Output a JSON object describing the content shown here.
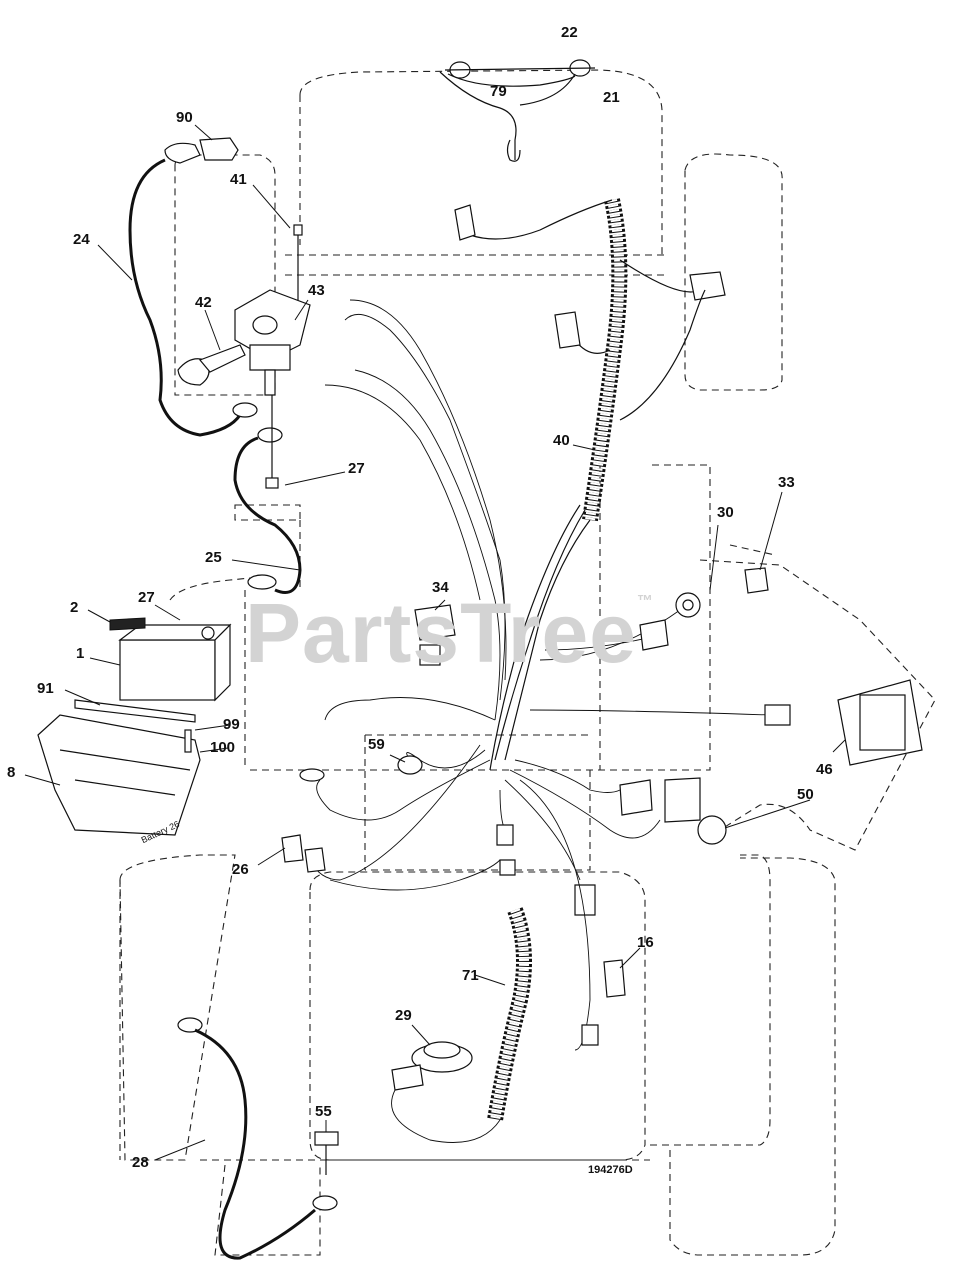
{
  "watermark": "PartsTree",
  "diagram_code": "194276D",
  "battery_label": "Battery 26",
  "callouts": {
    "p22": "22",
    "p79": "79",
    "p21": "21",
    "p90": "90",
    "p41": "41",
    "p24": "24",
    "p42": "42",
    "p43": "43",
    "p40": "40",
    "p27a": "27",
    "p25": "25",
    "p33": "33",
    "p30": "30",
    "p34": "34",
    "p2": "2",
    "p27b": "27",
    "p1": "1",
    "p91": "91",
    "p99": "99",
    "p100": "100",
    "p8": "8",
    "p59": "59",
    "p46": "46",
    "p50": "50",
    "p26": "26",
    "p16": "16",
    "p71": "71",
    "p29": "29",
    "p55": "55",
    "p28": "28"
  }
}
